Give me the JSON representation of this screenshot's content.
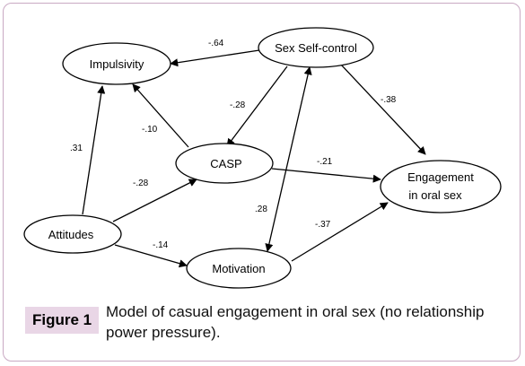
{
  "nodes": {
    "impulsivity": "Impulsivity",
    "sex_self_control": "Sex Self-control",
    "casp": "CASP",
    "engagement_line1": "Engagement",
    "engagement_line2": "in oral sex",
    "attitudes": "Attitudes",
    "motivation": "Motivation"
  },
  "edges": {
    "ssc_to_impulsivity": "-.64",
    "ssc_to_casp": "-.28",
    "casp_to_impulsivity": "-.10",
    "ssc_to_engagement": "-.38",
    "attitudes_to_impulsivity": ".31",
    "attitudes_to_casp": "-.28",
    "casp_to_engagement": "-.21",
    "motivation_ssc": ".28",
    "attitudes_to_motivation": "-.14",
    "motivation_to_engagement": "-.37"
  },
  "caption": {
    "tag": "Figure 1",
    "text": "Model of casual engagement in oral sex (no relationship power pressure)."
  }
}
